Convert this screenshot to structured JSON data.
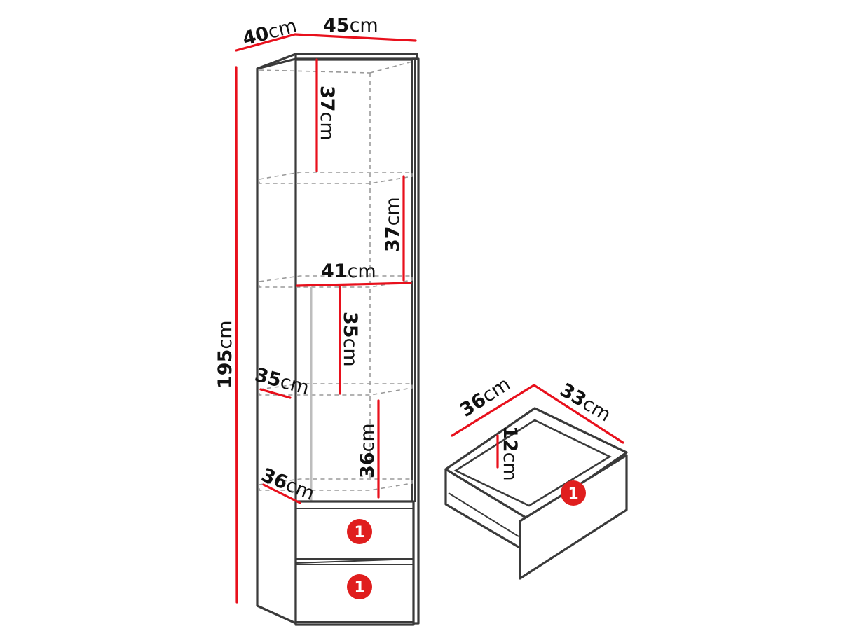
{
  "dimensions": {
    "cabinet_depth": {
      "value": "40",
      "unit": "cm"
    },
    "cabinet_width": {
      "value": "45",
      "unit": "cm"
    },
    "cabinet_height": {
      "value": "195",
      "unit": "cm"
    },
    "shelf1_height": {
      "value": "37",
      "unit": "cm"
    },
    "shelf2_height": {
      "value": "37",
      "unit": "cm"
    },
    "inner_width": {
      "value": "41",
      "unit": "cm"
    },
    "shelf3_height": {
      "value": "35",
      "unit": "cm"
    },
    "shelf3_depth": {
      "value": "35",
      "unit": "cm"
    },
    "shelf4_height": {
      "value": "36",
      "unit": "cm"
    },
    "shelf4_depth": {
      "value": "36",
      "unit": "cm"
    },
    "drawer_width": {
      "value": "36",
      "unit": "cm"
    },
    "drawer_depth": {
      "value": "33",
      "unit": "cm"
    },
    "drawer_height": {
      "value": "12",
      "unit": "cm"
    }
  },
  "badges": {
    "drawer_upper": "1",
    "drawer_lower": "1",
    "drawer_detail": "1"
  },
  "colors": {
    "dimension_line": "#e8101c",
    "badge": "#e01e1e",
    "outline": "#3a3a3a"
  }
}
